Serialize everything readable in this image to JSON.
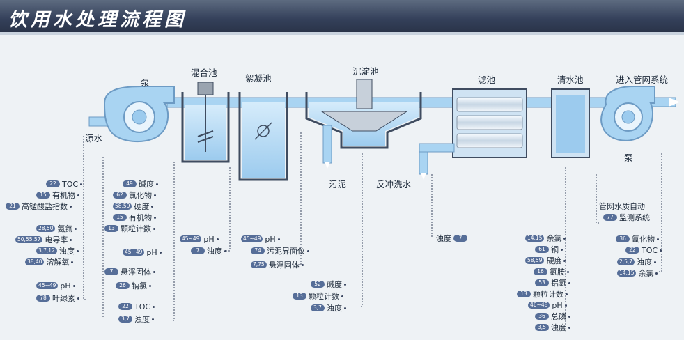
{
  "title": "饮用水处理流程图",
  "colors": {
    "pipe": "#a9d4f2",
    "pipe_edge": "#6d9bc4",
    "tank": "#dbeefb",
    "badge": "#566e98",
    "header": "#34405a"
  },
  "stages": {
    "pump_in": "泵",
    "source": "源水",
    "mixing": "混合池",
    "flocculation": "絮凝池",
    "sedimentation": "沉淀池",
    "filter": "滤池",
    "clear_water": "清水池",
    "to_network": "进入管网系统",
    "pump_out": "泵",
    "sludge": "污泥",
    "backwash": "反冲洗水",
    "network_monitor_line1": "管网水质自动",
    "network_monitor_line2": "监测系统"
  },
  "groups": {
    "source_a": [
      {
        "badge": "22",
        "label": "TOC"
      },
      {
        "badge": "15",
        "label": "有机物"
      },
      {
        "badge": "21",
        "label": "高锰酸盐指数"
      }
    ],
    "source_b": [
      {
        "badge": "28,50",
        "label": "氨氮"
      },
      {
        "badge": "50,55,57",
        "label": "电导率"
      },
      {
        "badge": "3,7,12",
        "label": "浊度"
      },
      {
        "badge": "38,40",
        "label": "溶解氧"
      }
    ],
    "source_c": [
      {
        "badge": "45~49",
        "label": "pH"
      },
      {
        "badge": "78",
        "label": "叶绿素"
      }
    ],
    "pump_a": [
      {
        "badge": "49",
        "label": "碱度"
      },
      {
        "badge": "62",
        "label": "氯化物"
      },
      {
        "badge": "58,59",
        "label": "硬度"
      },
      {
        "badge": "15",
        "label": "有机物"
      },
      {
        "badge": "13",
        "label": "颗粒计数"
      }
    ],
    "pump_b": [
      {
        "badge": "45~49",
        "label": "pH"
      }
    ],
    "pump_c": [
      {
        "badge": "7",
        "label": "悬浮固体"
      },
      {
        "badge": "26",
        "label": "钠氯"
      }
    ],
    "pump_d": [
      {
        "badge": "22",
        "label": "TOC"
      },
      {
        "badge": "3,7",
        "label": "浊度"
      }
    ],
    "mixing": [
      {
        "badge": "45~49",
        "label": "pH"
      },
      {
        "badge": "7",
        "label": "浊度"
      }
    ],
    "flocculation": [
      {
        "badge": "45~49",
        "label": "pH"
      },
      {
        "badge": "74",
        "label": "污泥界面仪"
      },
      {
        "badge": "7,75",
        "label": "悬浮固体"
      }
    ],
    "sedimentation": [
      {
        "badge": "52",
        "label": "碱度"
      },
      {
        "badge": "13",
        "label": "颗粒计数"
      },
      {
        "badge": "3,7",
        "label": "浊度"
      }
    ],
    "backwash": [
      {
        "label": "浊度",
        "badge": "7"
      }
    ],
    "clear_water": [
      {
        "label": "余氯",
        "badge": "14,15"
      },
      {
        "label": "铜",
        "badge": "61"
      },
      {
        "label": "硬度",
        "badge": "58,59"
      },
      {
        "label": "氯胺",
        "badge": "16"
      },
      {
        "label": "铝氯",
        "badge": "53"
      },
      {
        "label": "颗粒计数",
        "badge": "13"
      },
      {
        "label": "pH",
        "badge": "46~48"
      },
      {
        "label": "总磷",
        "badge": "36"
      },
      {
        "label": "浊度",
        "badge": "3,5"
      }
    ],
    "network": [
      {
        "badge": "22",
        "label": "TOC"
      },
      {
        "badge": "2,5,7",
        "label": "浊度"
      },
      {
        "badge": "14,15",
        "label": "余氯"
      }
    ],
    "network_top": [
      {
        "badge": "77",
        "label": "监测系统"
      }
    ],
    "network_first": [
      {
        "badge": "36",
        "label": "氰化物"
      }
    ]
  }
}
